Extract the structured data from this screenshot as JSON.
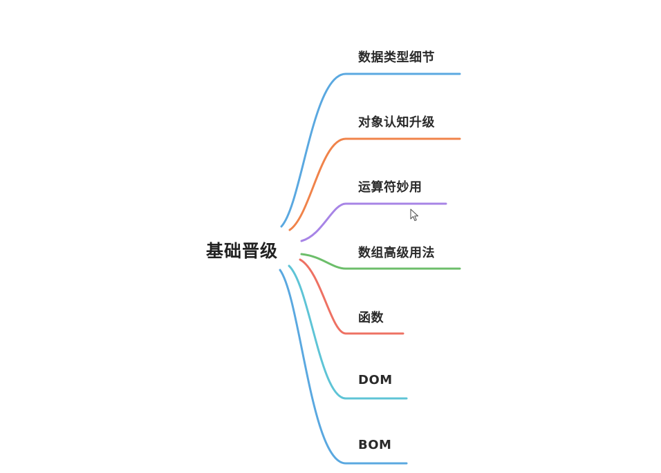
{
  "mindmap": {
    "root": {
      "label": "基础晋级"
    },
    "branches": [
      {
        "label": "数据类型细节",
        "color": "#5aa8e0"
      },
      {
        "label": "对象认知升级",
        "color": "#f0834a"
      },
      {
        "label": "运算符妙用",
        "color": "#a784e6"
      },
      {
        "label": "数组高级用法",
        "color": "#6cbe6a"
      },
      {
        "label": "函数",
        "color": "#ee7163"
      },
      {
        "label": "DOM",
        "color": "#5ec4d6"
      },
      {
        "label": "BOM",
        "color": "#5aa8e0"
      }
    ]
  },
  "cursor_icon": "mouse-pointer-icon"
}
